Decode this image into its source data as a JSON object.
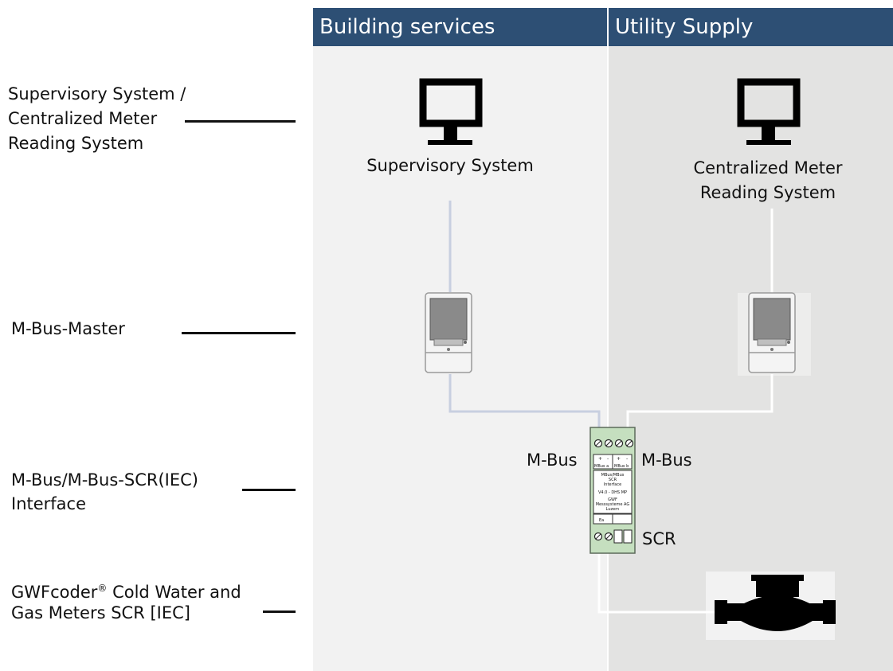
{
  "columns": {
    "building": "Building services",
    "utility": "Utility Supply"
  },
  "legend": {
    "supervisory_line1": "Supervisory System /",
    "supervisory_line2": "Centralized Meter",
    "supervisory_line3": "Reading System",
    "master": "M-Bus-Master",
    "interface_line1": "M-Bus/M-Bus-SCR(IEC)",
    "interface_line2": "Interface",
    "gwf_line1_a": "GWFcoder",
    "gwf_line1_sup": "®",
    "gwf_line1_b": " Cold Water and",
    "gwf_line2": "Gas Meters SCR [IEC]"
  },
  "captions": {
    "supervisory": "Supervisory System",
    "central_line1": "Centralized Meter",
    "central_line2": "Reading System"
  },
  "bus_labels": {
    "left": "M-Bus",
    "right": "M-Bus",
    "scr": "SCR"
  },
  "device_labels": {
    "plus1": "+",
    "minus1": "-",
    "plus2": "+",
    "minus2": "-",
    "port_a": "MBus a",
    "port_b": "MBus b",
    "line1": "MBus/MBus",
    "line2": "SCR",
    "line3": "Interface",
    "line4": "V4.0 - DHS MP",
    "line5": "GWF",
    "line6": "Messsysteme AG",
    "line7": "Luzern",
    "ea": "Ea"
  },
  "colors": {
    "header": "#2d4f74",
    "left_bg": "#f2f2f2",
    "right_bg": "#e3e3e2",
    "left_wire": "#c8cfe0",
    "right_wire": "#ffffff",
    "device_green": "#c5dfbf"
  }
}
